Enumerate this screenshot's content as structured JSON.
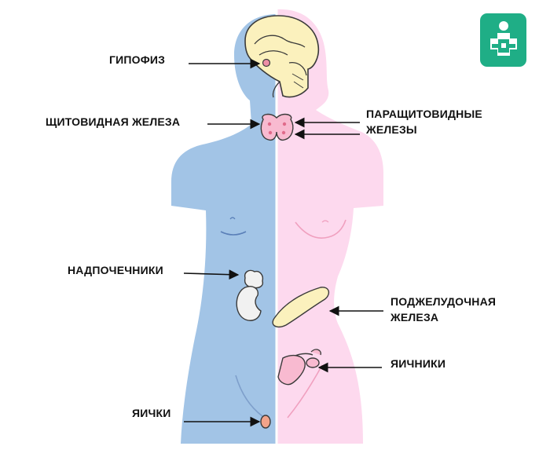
{
  "labels": {
    "pituitary": "ГИПОФИЗ",
    "thyroid": "ЩИТОВИДНАЯ ЖЕЛЕЗА",
    "parathyroid_line1": "ПАРАЩИТОВИДНЫЕ",
    "parathyroid_line2": "ЖЕЛЕЗЫ",
    "adrenals": "НАДПОЧЕЧНИКИ",
    "pancreas_line1": "ПОДЖЕЛУДОЧНАЯ",
    "pancreas_line2": "ЖЕЛЕЗА",
    "ovaries": "ЯИЧНИКИ",
    "testes": "ЯИЧКИ"
  },
  "colors": {
    "male_body": "#a2c4e6",
    "female_body": "#fdd9ee",
    "gland_fill": "#fbf1bd",
    "gland_outline": "#3a3a3a",
    "accent_pink": "#ee8fa6",
    "kidney_fill": "#f1f1f1",
    "arrow": "#111111",
    "logo": "#1fae86"
  },
  "icons": {
    "logo": "medical-cross-logo-icon"
  }
}
